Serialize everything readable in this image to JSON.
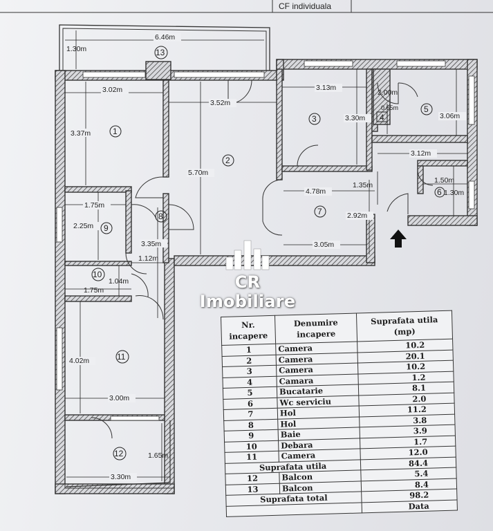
{
  "header": {
    "cell_text": "CF individuala"
  },
  "dimensions": {
    "d_646": "6.46m",
    "d_130a": "1.30m",
    "d_302": "3.02m",
    "d_337": "3.37m",
    "d_352": "3.52m",
    "d_570": "5.70m",
    "d_313": "3.13m",
    "d_330a": "3.30m",
    "d_200": "2.00m",
    "d_065": "0.65m",
    "d_306": "3.06m",
    "d_312": "3.12m",
    "d_478": "4.78m",
    "d_135": "1.35m",
    "d_292": "2.92m",
    "d_305": "3.05m",
    "d_150": "1.50m",
    "d_130b": "1.30m",
    "d_175a": "1.75m",
    "d_225": "2.25m",
    "d_335": "3.35m",
    "d_112": "1.12m",
    "d_104": "1.04m",
    "d_175b": "1.75m",
    "d_402": "4.02m",
    "d_300": "3.00m",
    "d_165": "1.65m",
    "d_330b": "3.30m"
  },
  "room_numbers": [
    "1",
    "2",
    "3",
    "4",
    "5",
    "6",
    "7",
    "8",
    "9",
    "10",
    "11",
    "12",
    "13"
  ],
  "watermark": {
    "text": "CR Imobiliare"
  },
  "table": {
    "headers": [
      "Nr. incapere",
      "Denumire incapere",
      "Suprafata utila (mp)"
    ],
    "rows": [
      [
        "1",
        "Camera",
        "10.2"
      ],
      [
        "2",
        "Camera",
        "20.1"
      ],
      [
        "3",
        "Camera",
        "10.2"
      ],
      [
        "4",
        "Camara",
        "1.2"
      ],
      [
        "5",
        "Bucatarie",
        "8.1"
      ],
      [
        "6",
        "Wc serviciu",
        "2.0"
      ],
      [
        "7",
        "Hol",
        "11.2"
      ],
      [
        "8",
        "Hol",
        "3.8"
      ],
      [
        "9",
        "Baie",
        "3.9"
      ],
      [
        "10",
        "Debara",
        "1.7"
      ],
      [
        "11",
        "Camera",
        "12.0"
      ]
    ],
    "total_util_label": "Suprafata utila",
    "total_util_value": "84.4",
    "balconies": [
      [
        "12",
        "Balcon",
        "5.4"
      ],
      [
        "13",
        "Balcon",
        "8.4"
      ]
    ],
    "total_label": "Suprafata total",
    "total_value": "98.2",
    "footer_value": "Data"
  }
}
